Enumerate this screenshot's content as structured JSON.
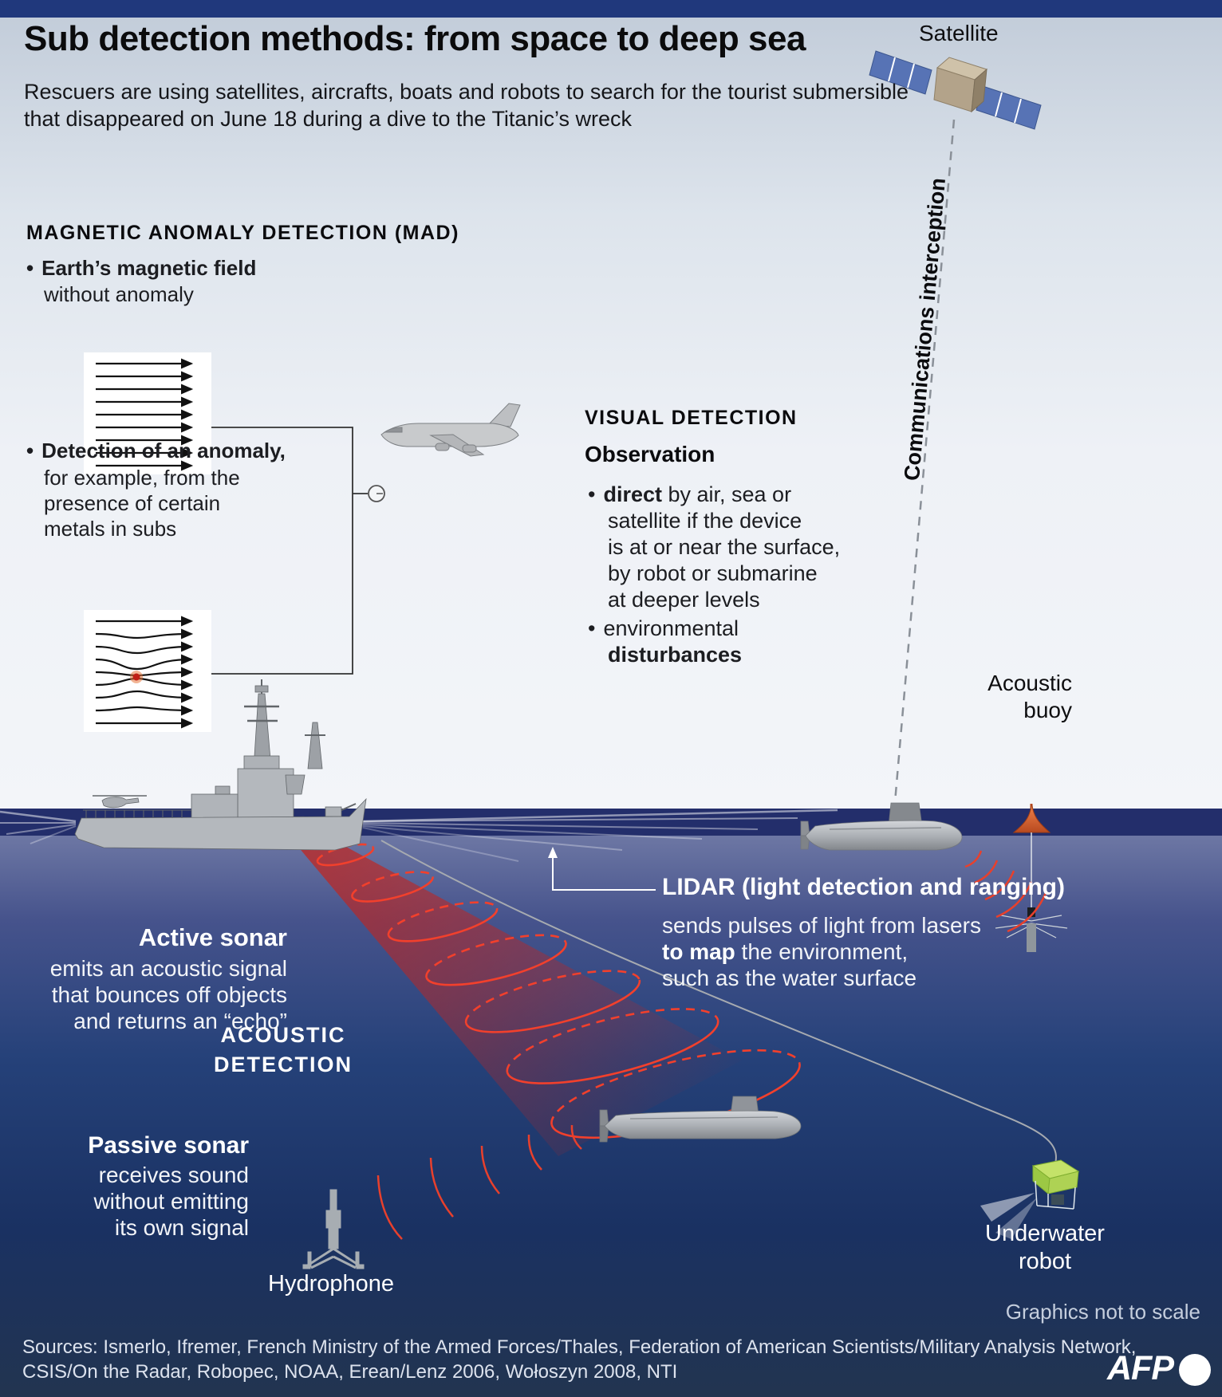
{
  "ui": {
    "bullet": "•"
  },
  "header": {
    "title": "Sub detection methods: from space to deep sea",
    "subtitle_line1": "Rescuers are using satellites, aircrafts, boats and robots to search for the tourist submersible",
    "subtitle_line2": "that disappeared on June 18 during a dive to the Titanic’s wreck"
  },
  "satellite": {
    "label": "Satellite"
  },
  "comms": {
    "label": "Communications interception"
  },
  "mad": {
    "heading": "MAGNETIC ANOMALY DETECTION (MAD)",
    "bullet1_bold": "Earth’s magnetic field",
    "bullet1_line2": "without anomaly",
    "bullet2_bold": "Detection of an anomaly,",
    "bullet2_lines": [
      "for example, from the",
      "presence of certain",
      "metals in subs"
    ]
  },
  "visual": {
    "heading": "VISUAL DETECTION",
    "subheading": "Observation",
    "bullet1_bold": "direct",
    "bullet1_rest": " by air, sea or",
    "bullet1_lines": [
      "satellite if the device",
      "is at or near the surface,",
      "by robot or submarine",
      "at deeper levels"
    ],
    "bullet2_line1": "environmental",
    "bullet2_bold": "disturbances"
  },
  "acoustic": {
    "active_title": "Active sonar",
    "active_lines": [
      "emits an acoustic signal",
      "that bounces off objects",
      "and returns an “echo”"
    ],
    "heading_line1": "ACOUSTIC",
    "heading_line2": "DETECTION",
    "passive_title": "Passive sonar",
    "passive_lines": [
      "receives sound",
      "without emitting",
      "its own signal"
    ],
    "hydrophone_label": "Hydrophone"
  },
  "lidar": {
    "title": "LIDAR (light detection and ranging)",
    "line1": "sends pulses of light from lasers",
    "line2_bold": "to map",
    "line2_rest": " the environment,",
    "line3": "such as the water surface"
  },
  "buoy": {
    "label_line1": "Acoustic",
    "label_line2": "buoy"
  },
  "robot": {
    "label_line1": "Underwater",
    "label_line2": "robot"
  },
  "footer": {
    "note": "Graphics not to scale",
    "sources_line1": "Sources: Ismerlo, Ifremer, French Ministry of the Armed Forces/Thales, Federation of American Scientists/Military Analysis Network,",
    "sources_line2": "CSIS/On the Radar, Robopec, NOAA, Erean/Lenz 2006, Wołoszyn 2008, NTI",
    "logo": "AFP"
  },
  "colors": {
    "accent_red": "#ee4130",
    "top_bar": "#20387c",
    "sea_band": "#232e6b",
    "deep_top": "#6d77a4",
    "deep_bottom": "#223450",
    "buoy_orange": "#e2653a",
    "robot_green": "#a9d24f"
  }
}
